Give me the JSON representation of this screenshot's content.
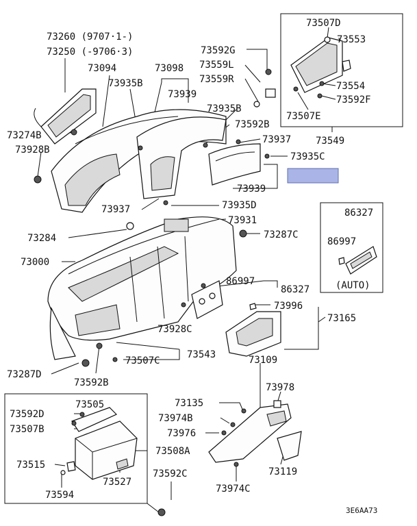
{
  "diagram": {
    "callouts": [
      {
        "id": "c73260",
        "text": "73260 (9707·1-)"
      },
      {
        "id": "c73250",
        "text": "73250 (-9706·3)"
      },
      {
        "id": "c73094",
        "text": "73094"
      },
      {
        "id": "c73098",
        "text": "73098"
      },
      {
        "id": "c73935b_1",
        "text": "73935B"
      },
      {
        "id": "c73939_1",
        "text": "73939"
      },
      {
        "id": "c73592g",
        "text": "73592G"
      },
      {
        "id": "c73559l",
        "text": "73559L"
      },
      {
        "id": "c73559r",
        "text": "73559R"
      },
      {
        "id": "c73507d",
        "text": "73507D"
      },
      {
        "id": "c73553",
        "text": "73553"
      },
      {
        "id": "c73554",
        "text": "73554"
      },
      {
        "id": "c73592f",
        "text": "73592F"
      },
      {
        "id": "c73507e",
        "text": "73507E"
      },
      {
        "id": "c73935b_2",
        "text": "73935B"
      },
      {
        "id": "c73592b_1",
        "text": "73592B"
      },
      {
        "id": "c73549",
        "text": "73549"
      },
      {
        "id": "c73274b",
        "text": "73274B"
      },
      {
        "id": "c73928b",
        "text": "73928B"
      },
      {
        "id": "c73937_1",
        "text": "73937"
      },
      {
        "id": "c73935c",
        "text": "73935C"
      },
      {
        "id": "c73939_2",
        "text": "73939"
      },
      {
        "id": "c73937_2",
        "text": "73937"
      },
      {
        "id": "c73935d",
        "text": "73935D"
      },
      {
        "id": "c73931",
        "text": "73931"
      },
      {
        "id": "c73284",
        "text": "73284"
      },
      {
        "id": "c73287c",
        "text": "73287C"
      },
      {
        "id": "c73000",
        "text": "73000"
      },
      {
        "id": "c86327_1",
        "text": "86327"
      },
      {
        "id": "c86997_1",
        "text": "86997"
      },
      {
        "id": "cauto",
        "text": "(AUTO)"
      },
      {
        "id": "c86997_2",
        "text": "86997"
      },
      {
        "id": "c86327_2",
        "text": "86327"
      },
      {
        "id": "c73996",
        "text": "73996"
      },
      {
        "id": "c73165",
        "text": "73165"
      },
      {
        "id": "c73928c",
        "text": "73928C"
      },
      {
        "id": "c73543",
        "text": "73543"
      },
      {
        "id": "c73507c",
        "text": "73507C"
      },
      {
        "id": "c73287d",
        "text": "73287D"
      },
      {
        "id": "c73592b_2",
        "text": "73592B"
      },
      {
        "id": "c73109",
        "text": "73109"
      },
      {
        "id": "c73978",
        "text": "73978"
      },
      {
        "id": "c73135",
        "text": "73135"
      },
      {
        "id": "c73974b",
        "text": "73974B"
      },
      {
        "id": "c73976",
        "text": "73976"
      },
      {
        "id": "c73119",
        "text": "73119"
      },
      {
        "id": "c73974c",
        "text": "73974C"
      },
      {
        "id": "c73505",
        "text": "73505"
      },
      {
        "id": "c73592d",
        "text": "73592D"
      },
      {
        "id": "c73507b",
        "text": "73507B"
      },
      {
        "id": "c73508a",
        "text": "73508A"
      },
      {
        "id": "c73515",
        "text": "73515"
      },
      {
        "id": "c73527",
        "text": "73527"
      },
      {
        "id": "c73594",
        "text": "73594"
      },
      {
        "id": "c73592c",
        "text": "73592C"
      }
    ],
    "diagram_code": "3E6AA73",
    "highlight_color": "#aab4e6"
  }
}
